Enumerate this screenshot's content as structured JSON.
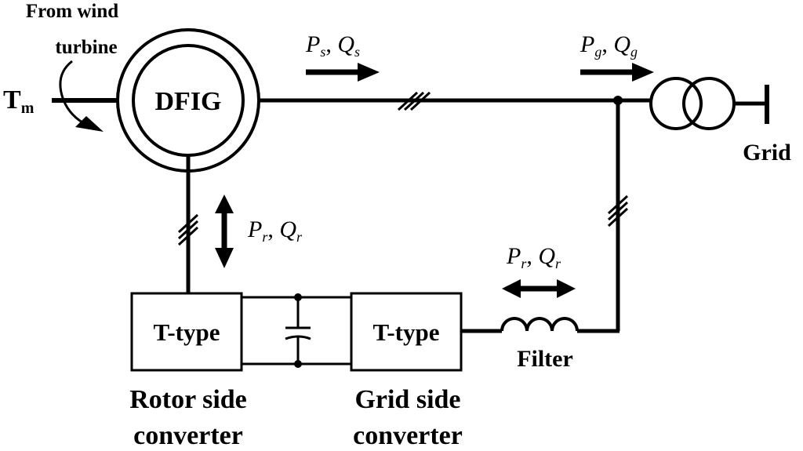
{
  "labels": {
    "wind_source_line1": "From wind",
    "wind_source_line2": "turbine",
    "torque_main": "T",
    "torque_sub": "m",
    "generator": "DFIG",
    "grid": "Grid",
    "rsc_block": "T-type",
    "gsc_block": "T-type",
    "filter": "Filter",
    "rsc_caption_line1": "Rotor side",
    "rsc_caption_line2": "converter",
    "gsc_caption_line1": "Grid side",
    "gsc_caption_line2": "converter"
  },
  "flows": {
    "stator": {
      "p": "P",
      "p_sub": "s",
      "sep": ", ",
      "q": "Q",
      "q_sub": "s"
    },
    "grid": {
      "p": "P",
      "p_sub": "g",
      "sep": ", ",
      "q": "Q",
      "q_sub": "g"
    },
    "rotor": {
      "p": "P",
      "p_sub": "r",
      "sep": ", ",
      "q": "Q",
      "q_sub": "r"
    },
    "filter": {
      "p": "P",
      "p_sub": "r",
      "sep": ", ",
      "q": "Q",
      "q_sub": "r"
    }
  },
  "colors": {
    "ink": "#000000",
    "background": "#ffffff"
  }
}
